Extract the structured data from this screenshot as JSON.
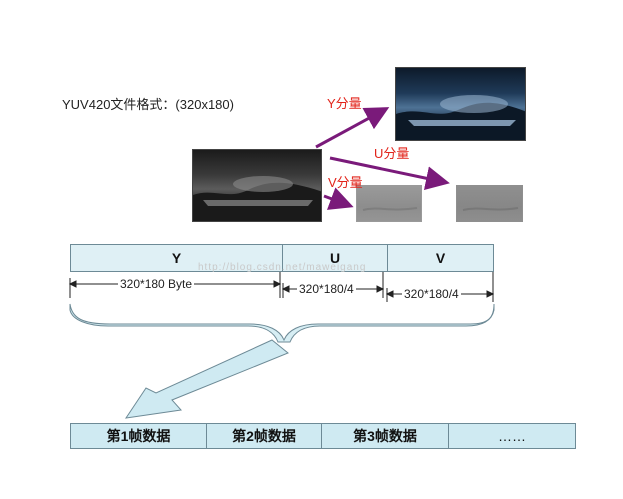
{
  "title": "YUV420文件格式：(320x180)",
  "components": {
    "y_label": "Y分量",
    "u_label": "U分量",
    "v_label": "V分量"
  },
  "planes": [
    {
      "label": "Y",
      "size": "320*180 Byte"
    },
    {
      "label": "U",
      "size": "320*180/4"
    },
    {
      "label": "V",
      "size": "320*180/4"
    }
  ],
  "frames": [
    "第1帧数据",
    "第2帧数据",
    "第3帧数据",
    "……"
  ],
  "watermark": "http://blog.csdn.net/maweigang",
  "colors": {
    "arrow": "#7a1a7a",
    "label_red": "#e2231a",
    "cell_fill": "#dff0f5",
    "frame_fill": "#cfeaf2",
    "brace_fill": "#d7eef4"
  }
}
